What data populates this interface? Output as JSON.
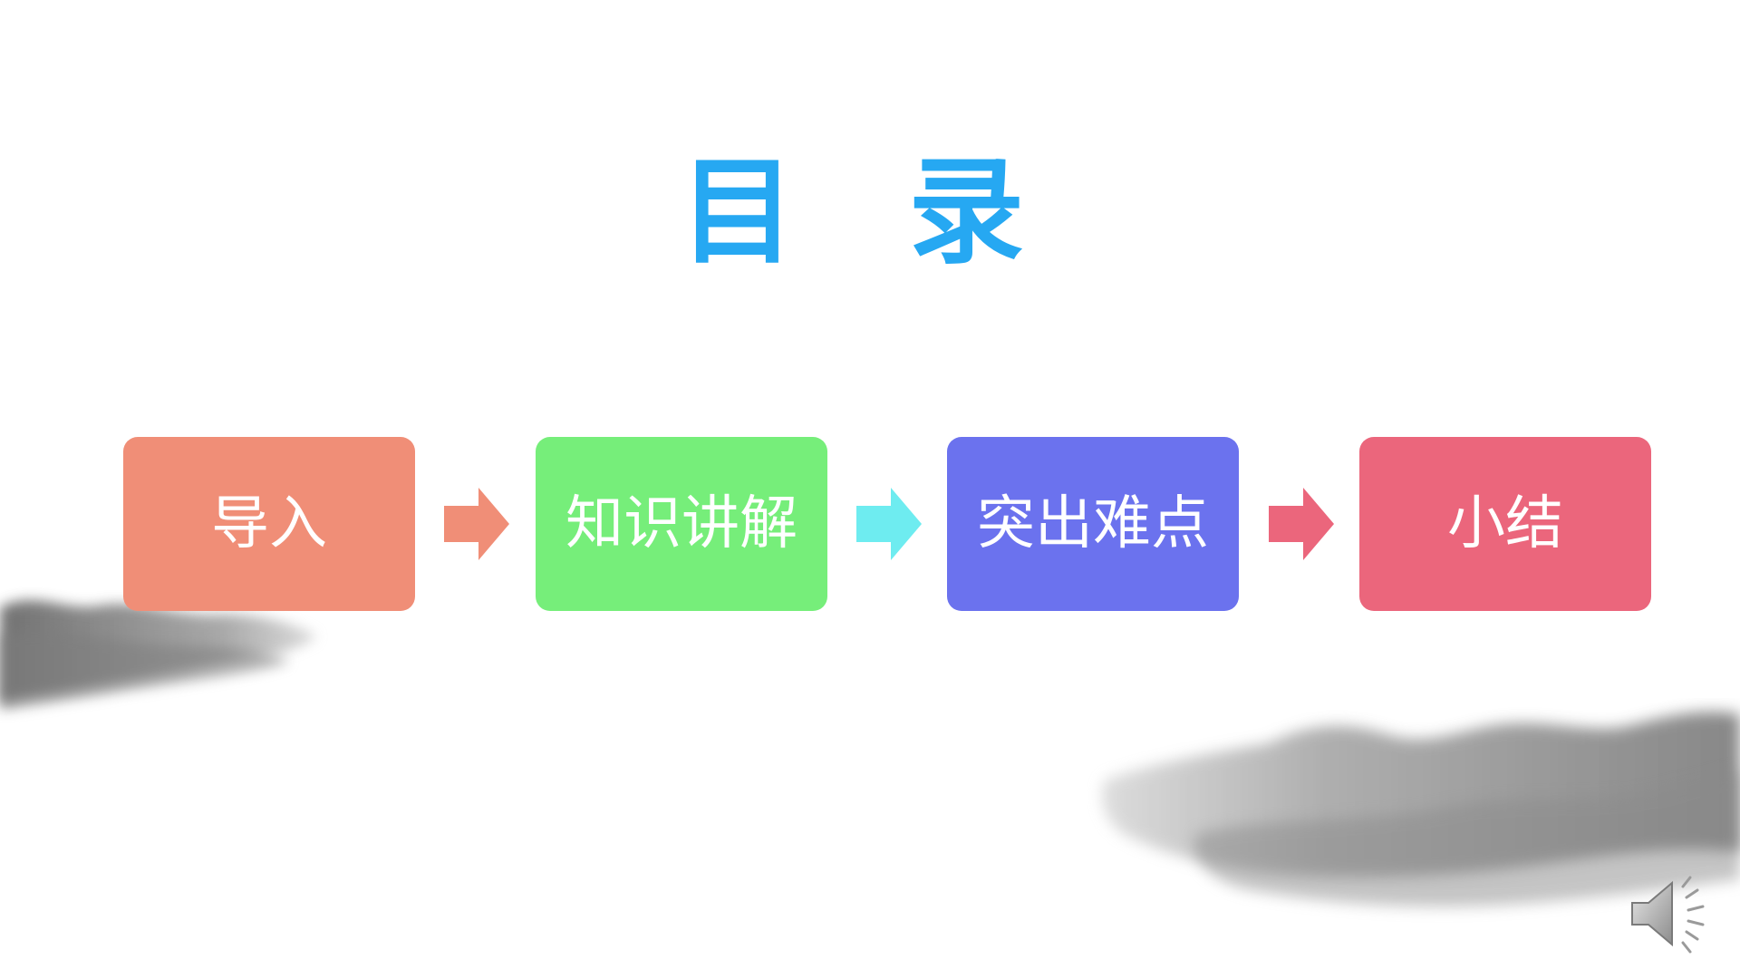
{
  "slide": {
    "title": "目 录"
  },
  "steps": [
    {
      "label": "导入",
      "color": "#f08e77"
    },
    {
      "label": "知识讲解",
      "color": "#76ee7a"
    },
    {
      "label": "突出难点",
      "color": "#6b72ee"
    },
    {
      "label": "小结",
      "color": "#eb667c"
    }
  ],
  "arrows": [
    {
      "color": "#f08e77",
      "icon": "arrow-right-icon"
    },
    {
      "color": "#6eecf0",
      "icon": "arrow-right-icon"
    },
    {
      "color": "#eb667c",
      "icon": "arrow-right-icon"
    }
  ],
  "speaker": {
    "icon": "speaker-icon"
  }
}
